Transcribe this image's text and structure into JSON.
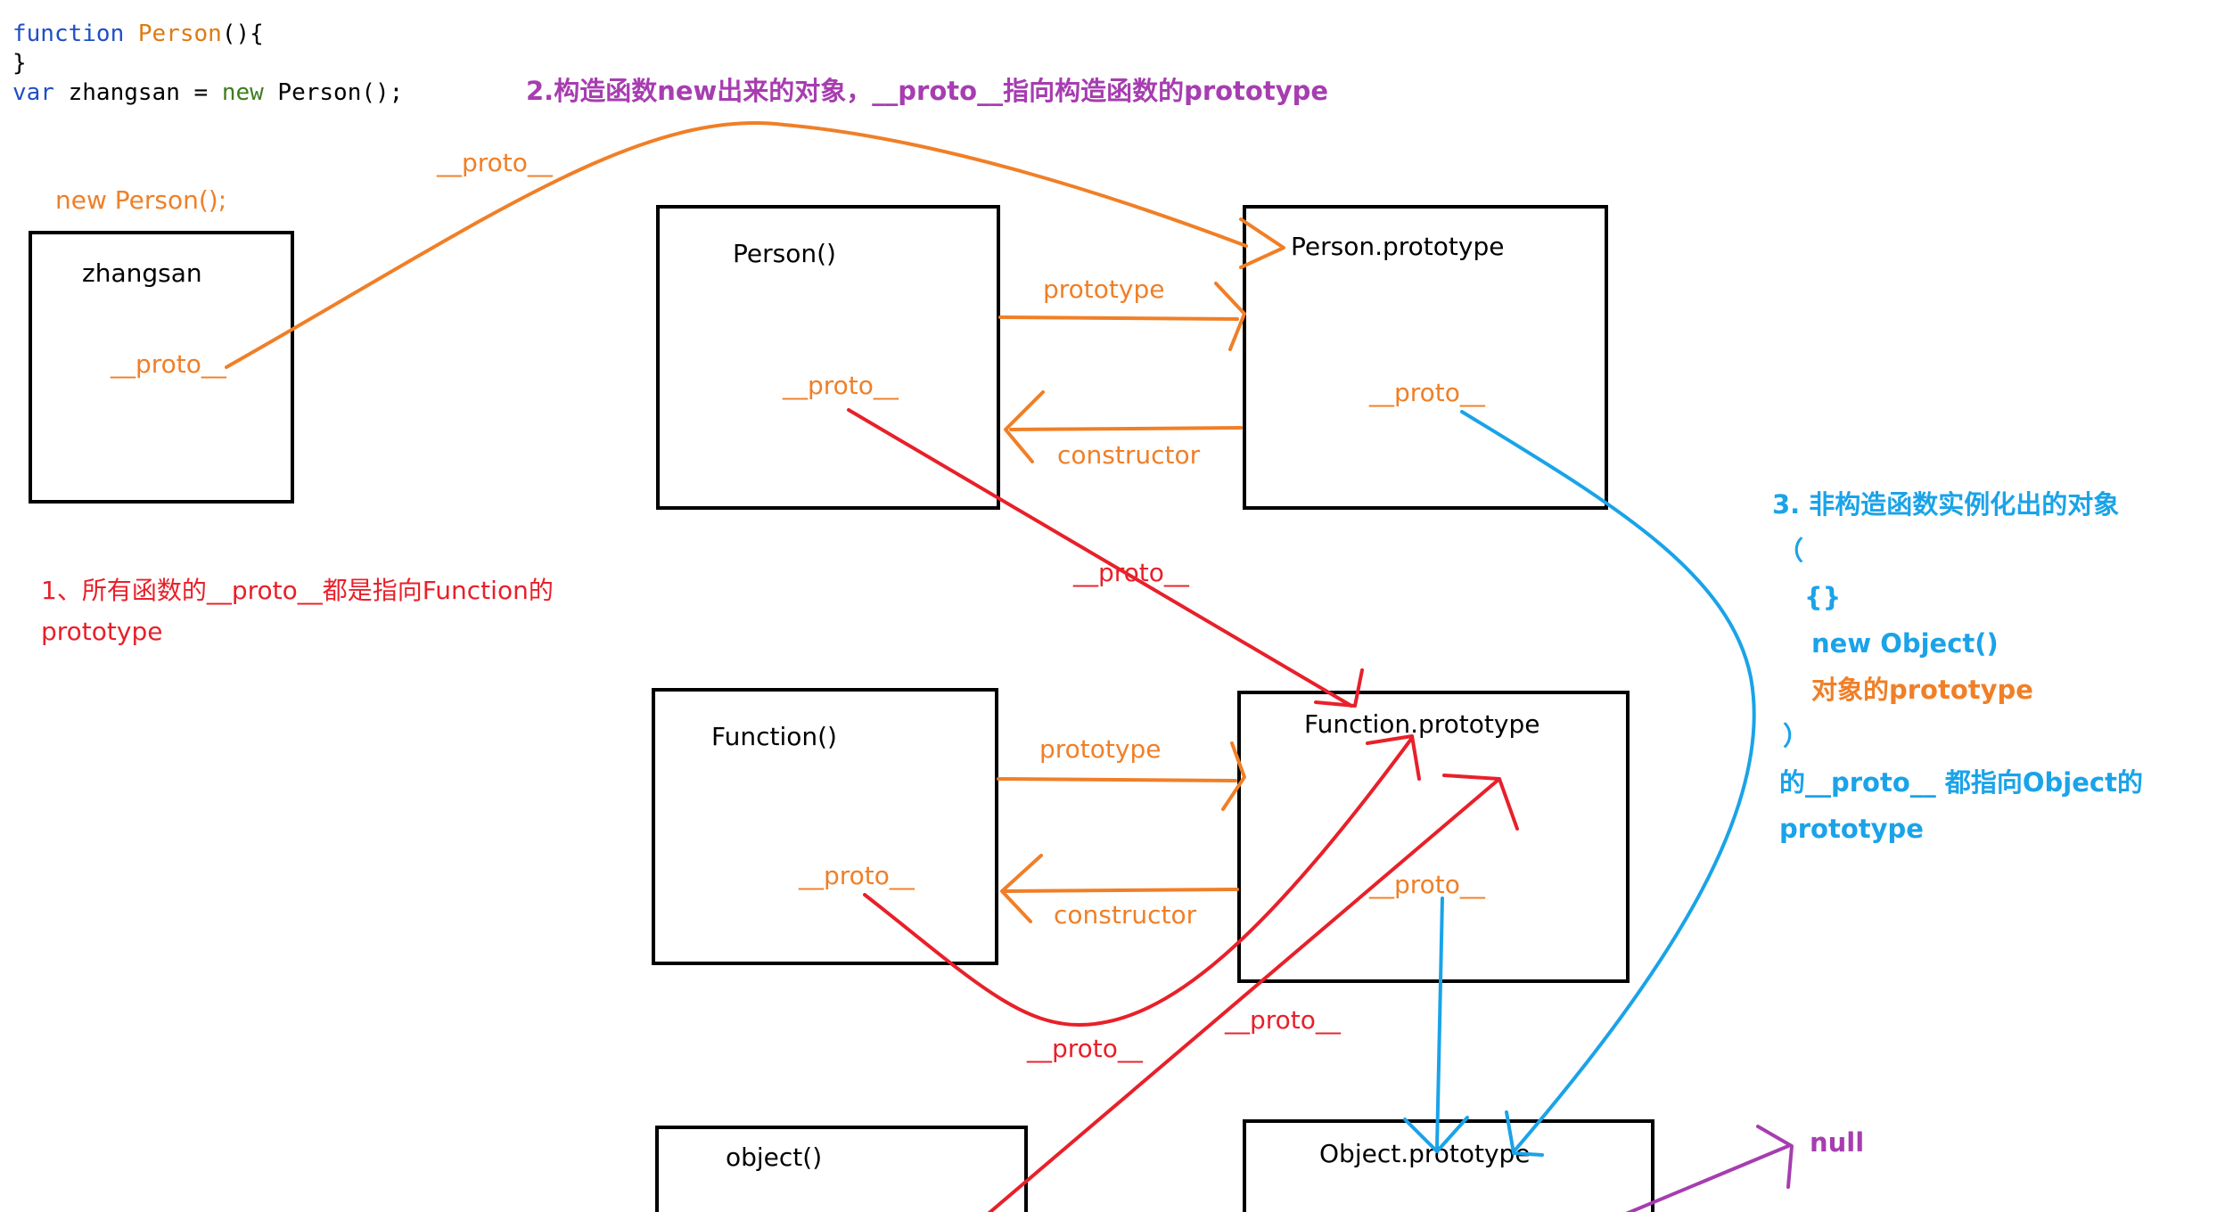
{
  "colors": {
    "orange": "#F07F27",
    "red": "#E8202A",
    "blue": "#1AA3E8",
    "purple": "#A63DB0",
    "black": "#000000",
    "code_keyword": "#1F4EC8",
    "code_fn": "#E07A10",
    "code_new": "#3E7D1E"
  },
  "code": {
    "line1_kw": "function",
    "line1_fn": "Person",
    "line1_rest": "(){",
    "line2": "}",
    "line3_kw": "var",
    "line3_mid": " zhangsan = ",
    "line3_new": "new",
    "line3_rest": " Person();"
  },
  "notes": {
    "note2": "2.构造函数new出来的对象，__proto__指向构造函数的prototype",
    "note1_line1": "1、所有函数的__proto__都是指向Function的",
    "note1_line2": "prototype",
    "note3_lines": [
      "3. 非构造函数实例化出的对象",
      "（",
      "{}",
      "new Object()",
      "对象的prototype",
      "）",
      "的__proto__ 都指向Object的",
      "prototype"
    ],
    "new_person": "new Person();",
    "null_label": "null"
  },
  "boxes": {
    "zhangsan": "zhangsan",
    "person": "Person()",
    "person_prototype": "Person.prototype",
    "function": "Function()",
    "function_prototype": "Function.prototype",
    "object": "object()",
    "object_prototype": "Object.prototype"
  },
  "labels": {
    "proto": "__proto__",
    "prototype": "prototype",
    "constructor": "constructor"
  }
}
